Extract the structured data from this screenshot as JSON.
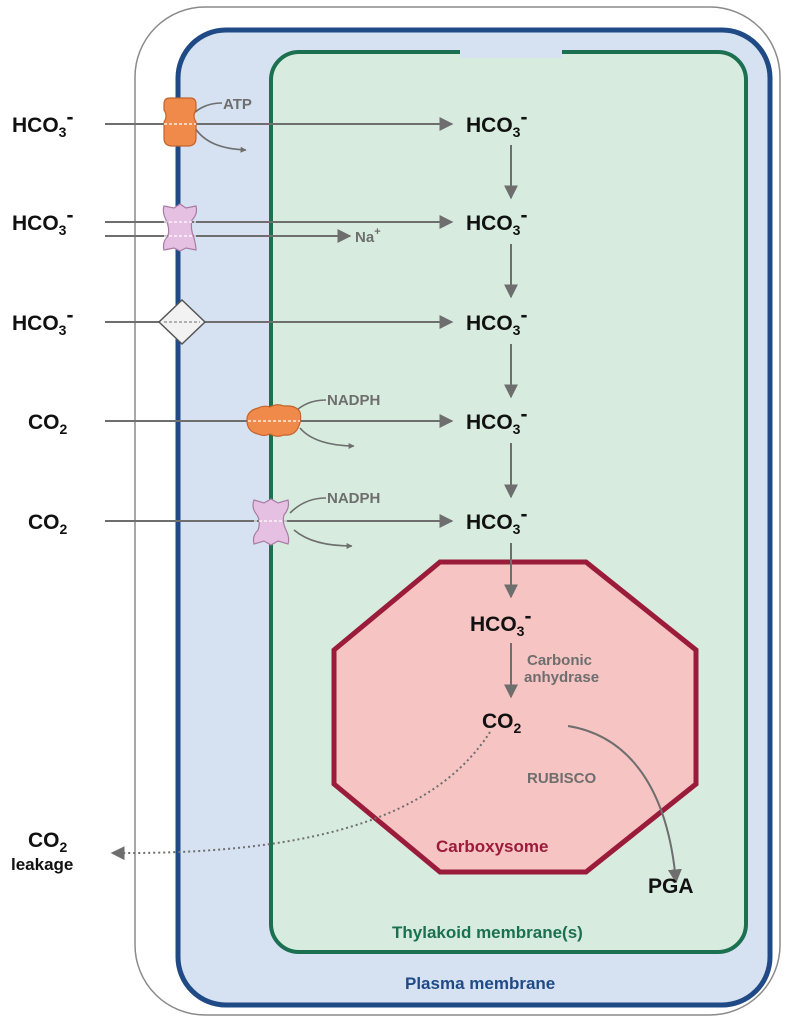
{
  "colors": {
    "plasma_membrane": "#1f4a86",
    "periplasm_fill": "#d6e2f1",
    "thylakoid_membrane": "#1a7050",
    "cytoplasm_fill": "#d7ecdf",
    "carboxysome_stroke": "#9b1b3a",
    "carboxysome_fill": "#f6c4c2",
    "atp_transporter": "#f08a4b",
    "na_symporter": "#e5c0e2",
    "passive_transporter": "#f2f2f2",
    "arrow": "#6e6e6e"
  },
  "inputs": [
    {
      "base": "HCO",
      "sub": "3",
      "sup": "-"
    },
    {
      "base": "HCO",
      "sub": "3",
      "sup": "-"
    },
    {
      "base": "HCO",
      "sub": "3",
      "sup": "-"
    },
    {
      "base": "CO",
      "sub": "2",
      "sup": ""
    },
    {
      "base": "CO",
      "sub": "2",
      "sup": ""
    }
  ],
  "pool": [
    {
      "base": "HCO",
      "sub": "3",
      "sup": "-"
    },
    {
      "base": "HCO",
      "sub": "3",
      "sup": "-"
    },
    {
      "base": "HCO",
      "sub": "3",
      "sup": "-"
    },
    {
      "base": "HCO",
      "sub": "3",
      "sup": "-"
    },
    {
      "base": "HCO",
      "sub": "3",
      "sup": "-"
    }
  ],
  "cofactors": {
    "atp": "ATP",
    "na": {
      "base": "Na",
      "sup": "+"
    },
    "nadph_1": "NADPH",
    "nadph_2": "NADPH"
  },
  "carboxysome": {
    "label": "Carboxysome",
    "hco3": {
      "base": "HCO",
      "sub": "3",
      "sup": "-"
    },
    "enzyme_line1": "Carbonic",
    "enzyme_line2": "anhydrase",
    "co2": {
      "base": "CO",
      "sub": "2"
    },
    "rubisco": "RUBISCO"
  },
  "product": "PGA",
  "leakage": {
    "base": "CO",
    "sub": "2",
    "line2": "leakage"
  },
  "membranes": {
    "thylakoid": "Thylakoid membrane(s)",
    "plasma": "Plasma membrane"
  }
}
